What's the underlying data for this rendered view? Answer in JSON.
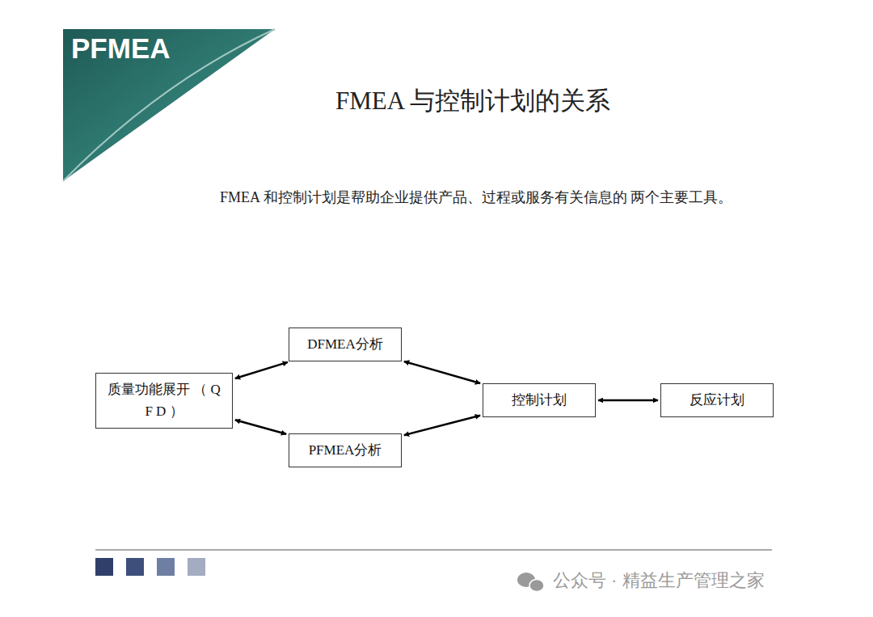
{
  "diagram": {
    "title": "FMEA 与控制计划的关系",
    "nodes": [
      {
        "text": [
          "质量功能展开 （ Q F D ）"
        ]
      },
      {
        "text": [
          "DFMEA分析"
        ]
      },
      {
        "text": [
          "PFMEA分析"
        ]
      },
      {
        "text": [
          "控制计划"
        ]
      },
      {
        "text": [
          "反应计划"
        ]
      }
    ],
    "edges": [
      {
        "from": 0,
        "to": 1,
        "arrow": "both"
      },
      {
        "from": 0,
        "to": 2,
        "arrow": "both"
      },
      {
        "from": 1,
        "to": 3,
        "arrow": "both"
      },
      {
        "from": 2,
        "to": 3,
        "arrow": "both"
      },
      {
        "from": 3,
        "to": 4,
        "arrow": "both"
      }
    ],
    "labels": [
      "PFMEA",
      "FMEA 和控制计划是帮助企业提供产品、过程或服务有关信息的 两个主要工具。",
      "公众号 · 精益生产管理之家"
    ]
  }
}
